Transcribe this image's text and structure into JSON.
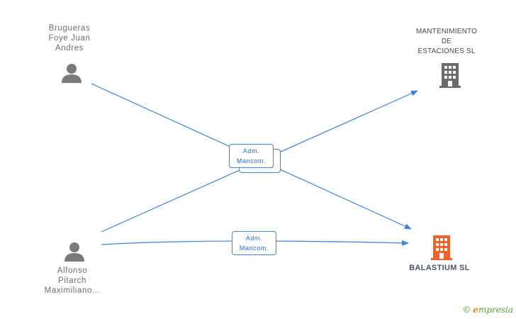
{
  "nodes": {
    "person1": {
      "name_lines": [
        "Brugueras",
        "Foye Juan",
        "Andres"
      ]
    },
    "person2": {
      "name_lines": [
        "Alfonso",
        "Pitarch",
        "Maximiliano..."
      ]
    },
    "company1": {
      "name_lines": [
        "MANTENIMIENTO",
        "DE",
        "ESTACIONES SL"
      ],
      "icon": "building-icon",
      "color": "#6b6b6b"
    },
    "company2": {
      "name": "BALASTIUM SL",
      "icon": "building-icon",
      "color": "#f0622c"
    }
  },
  "edges": [
    {
      "from": "person1",
      "to": "company2",
      "label_lines": [
        "Adm.",
        "Mancom."
      ]
    },
    {
      "from": "person2",
      "to": "company1",
      "label_lines": [
        "Adm.",
        "Mancom."
      ]
    },
    {
      "from": "person2",
      "to": "company2",
      "label_lines": [
        "Adm.",
        "Mancom."
      ]
    }
  ],
  "colors": {
    "edge": "#3f83d6",
    "person_icon": "#7a7a7a"
  },
  "brand": {
    "copyright_symbol": "©",
    "initial": "e",
    "rest": "mpresia"
  }
}
